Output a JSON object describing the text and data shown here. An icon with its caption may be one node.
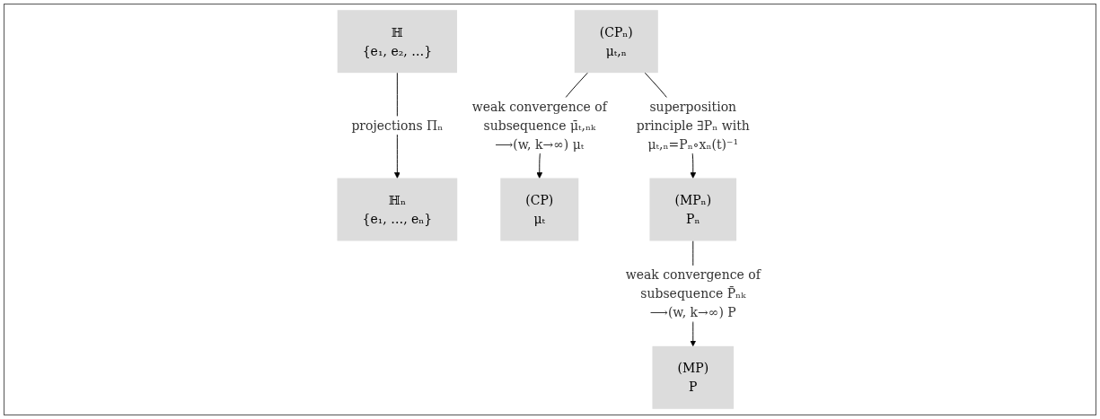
{
  "diagram": {
    "nodes": [
      {
        "text": [
          "ℍ",
          "{e₁, e₂, …}"
        ]
      },
      {
        "text": [
          "(CP)",
          "μₜ"
        ]
      },
      {
        "text": [
          "(MP)",
          "P"
        ]
      },
      {
        "text": [
          "ℍₙ",
          "{e₁, …, eₙ}"
        ]
      },
      {
        "text": [
          "(CPₙ)",
          "μₜ,ₙ"
        ]
      },
      {
        "text": [
          "(MPₙ)",
          "Pₙ"
        ]
      }
    ],
    "edges": [
      {
        "from": 0,
        "to": 3,
        "arrow": "to",
        "label": "projections Πₙ"
      },
      {
        "from": 4,
        "to": 1,
        "arrow": "to",
        "label": "weak convergence of subsequence μ̄ₜ,ₙₖ ⟶(w, k→∞) μₜ"
      },
      {
        "from": 4,
        "to": 5,
        "arrow": "to",
        "label": "superposition principle ∃Pₙ with μₜ,ₙ=Pₙ∘xₙ(t)⁻¹"
      },
      {
        "from": 5,
        "to": 2,
        "arrow": "to",
        "label": "weak convergence of subsequence P̄ₙₖ ⟶(w, k→∞) P"
      }
    ]
  }
}
